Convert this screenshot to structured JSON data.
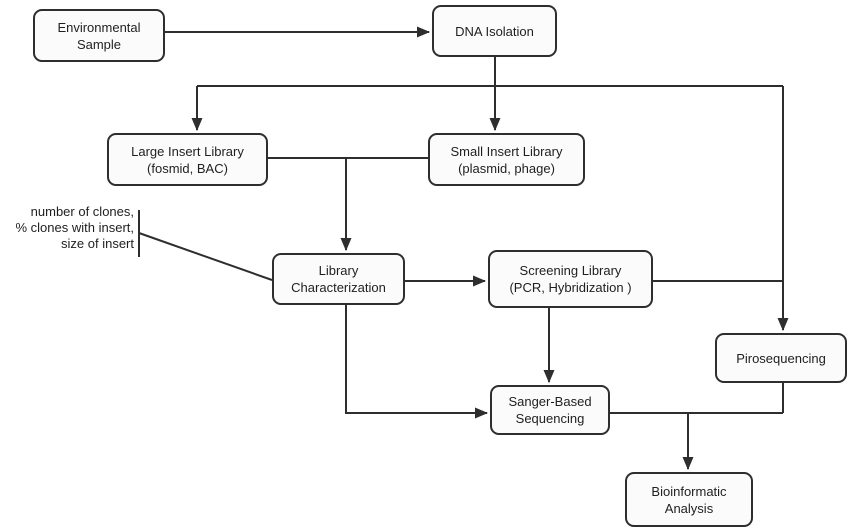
{
  "nodes": {
    "env_sample": {
      "line1": "Environmental",
      "line2": "Sample"
    },
    "dna_isolation": {
      "line1": "DNA Isolation"
    },
    "large_insert": {
      "line1": "Large Insert Library",
      "line2": "(fosmid, BAC)"
    },
    "small_insert": {
      "line1": "Small Insert Library",
      "line2": "(plasmid, phage)"
    },
    "library_char": {
      "line1": "Library",
      "line2": "Characterization"
    },
    "screening": {
      "line1": "Screening Library",
      "line2": "(PCR, Hybridization )"
    },
    "pirosequencing": {
      "line1": "Pirosequencing"
    },
    "sanger": {
      "line1": "Sanger-Based",
      "line2": "Sequencing"
    },
    "bioinformatic": {
      "line1": "Bioinformatic",
      "line2": "Analysis"
    }
  },
  "annotation": {
    "line1": "number of clones,",
    "line2": "% clones with insert,",
    "line3": "size of insert"
  },
  "colors": {
    "line": "#2e2e2e",
    "box_fill": "#fbfbfb",
    "text": "#1f1f1f",
    "background": "#ffffff"
  }
}
